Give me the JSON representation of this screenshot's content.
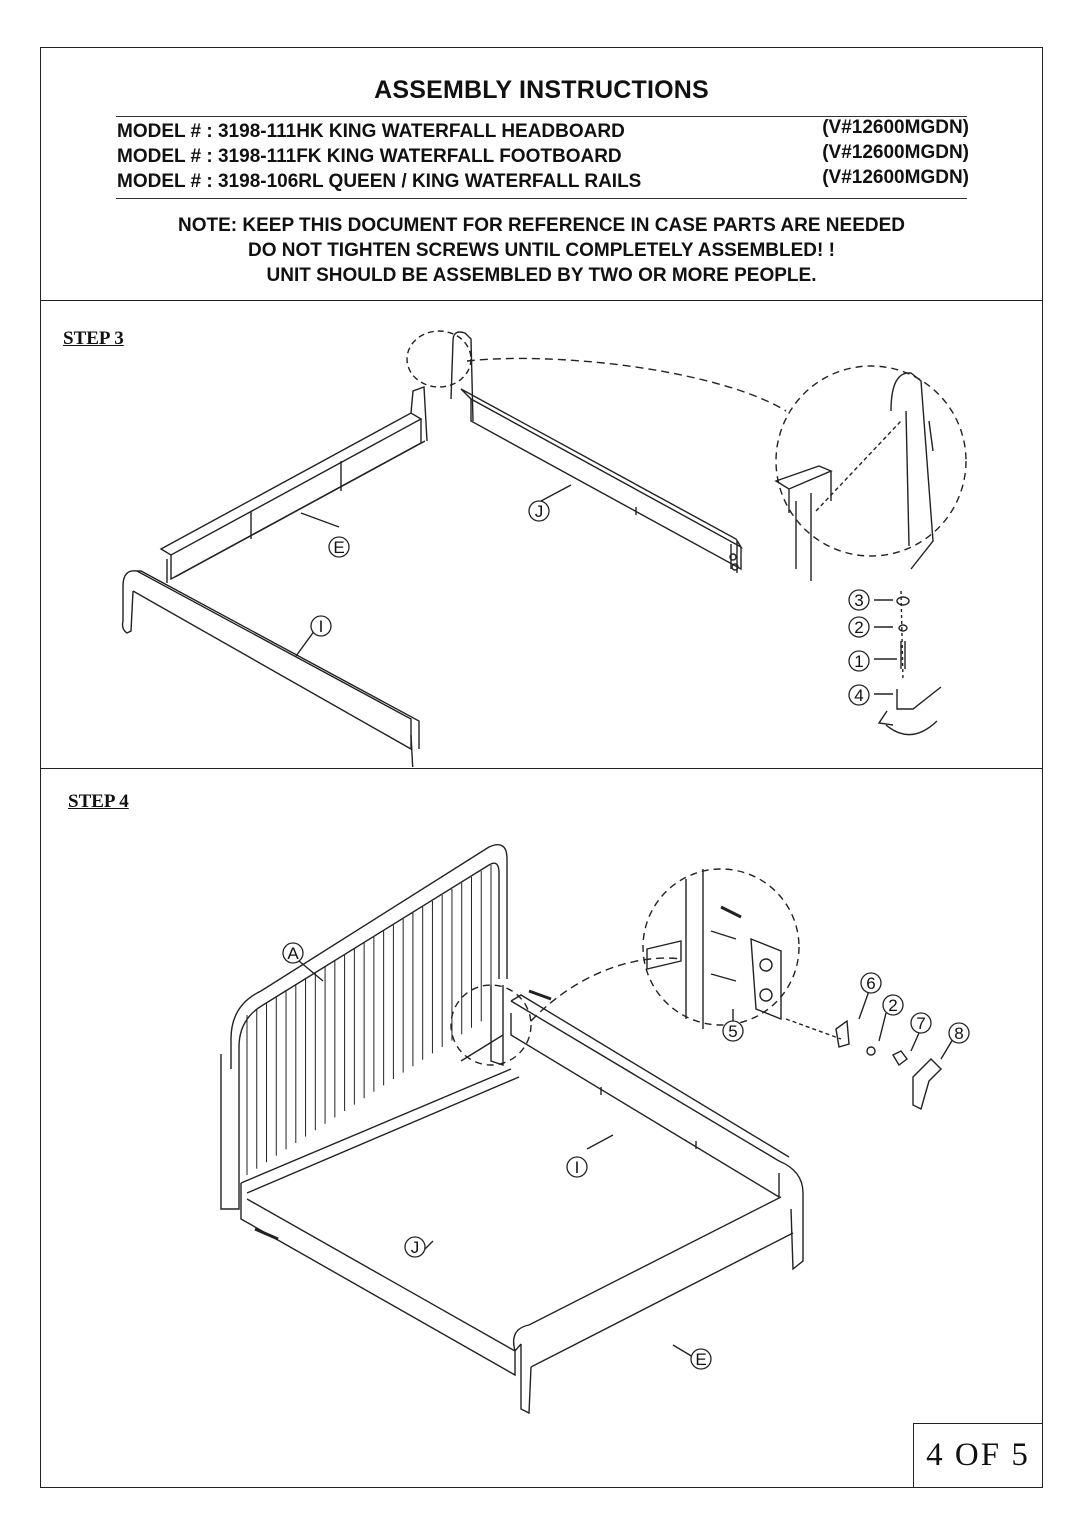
{
  "header": {
    "title": "ASSEMBLY INSTRUCTIONS",
    "models": [
      {
        "model": "MODEL # : 3198-111HK KING WATERFALL HEADBOARD",
        "vendor": "(V#12600MGDN)"
      },
      {
        "model": "MODEL # : 3198-111FK KING WATERFALL FOOTBOARD",
        "vendor": "(V#12600MGDN)"
      },
      {
        "model": "MODEL # : 3198-106RL QUEEN / KING WATERFALL RAILS",
        "vendor": "(V#12600MGDN)"
      }
    ],
    "notes": [
      "NOTE:  KEEP THIS DOCUMENT FOR REFERENCE IN CASE PARTS ARE NEEDED",
      "DO NOT TIGHTEN SCREWS UNTIL COMPLETELY ASSEMBLED! !",
      "UNIT SHOULD BE ASSEMBLED BY TWO OR MORE PEOPLE."
    ]
  },
  "step3": {
    "label": "STEP 3",
    "parts": {
      "E": "E",
      "J": "J",
      "I": "I"
    },
    "hardware": [
      "3",
      "2",
      "1",
      "4"
    ]
  },
  "step4": {
    "label": "STEP 4",
    "parts": {
      "A": "A",
      "I": "I",
      "J": "J",
      "E": "E"
    },
    "hardware": [
      "6",
      "2",
      "7",
      "8",
      "5"
    ]
  },
  "page": "4 OF 5"
}
